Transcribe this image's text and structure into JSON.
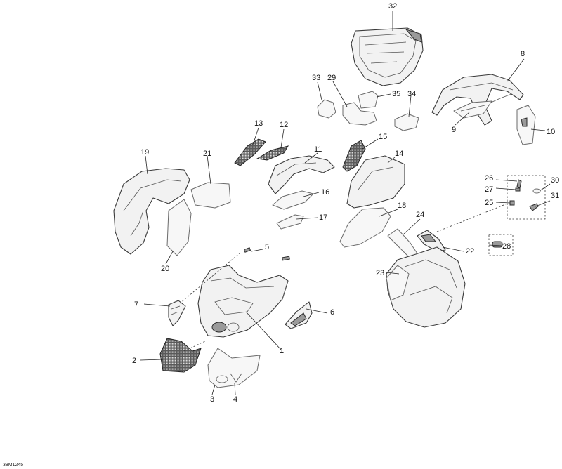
{
  "diagram": {
    "reference_code": "38M1245",
    "callouts": [
      "1",
      "2",
      "3",
      "4",
      "5",
      "6",
      "7",
      "8",
      "9",
      "10",
      "11",
      "12",
      "13",
      "14",
      "15",
      "16",
      "17",
      "18",
      "19",
      "20",
      "21",
      "22",
      "23",
      "24",
      "25",
      "26",
      "27",
      "28",
      "29",
      "30",
      "31",
      "32",
      "33",
      "34",
      "35"
    ]
  }
}
